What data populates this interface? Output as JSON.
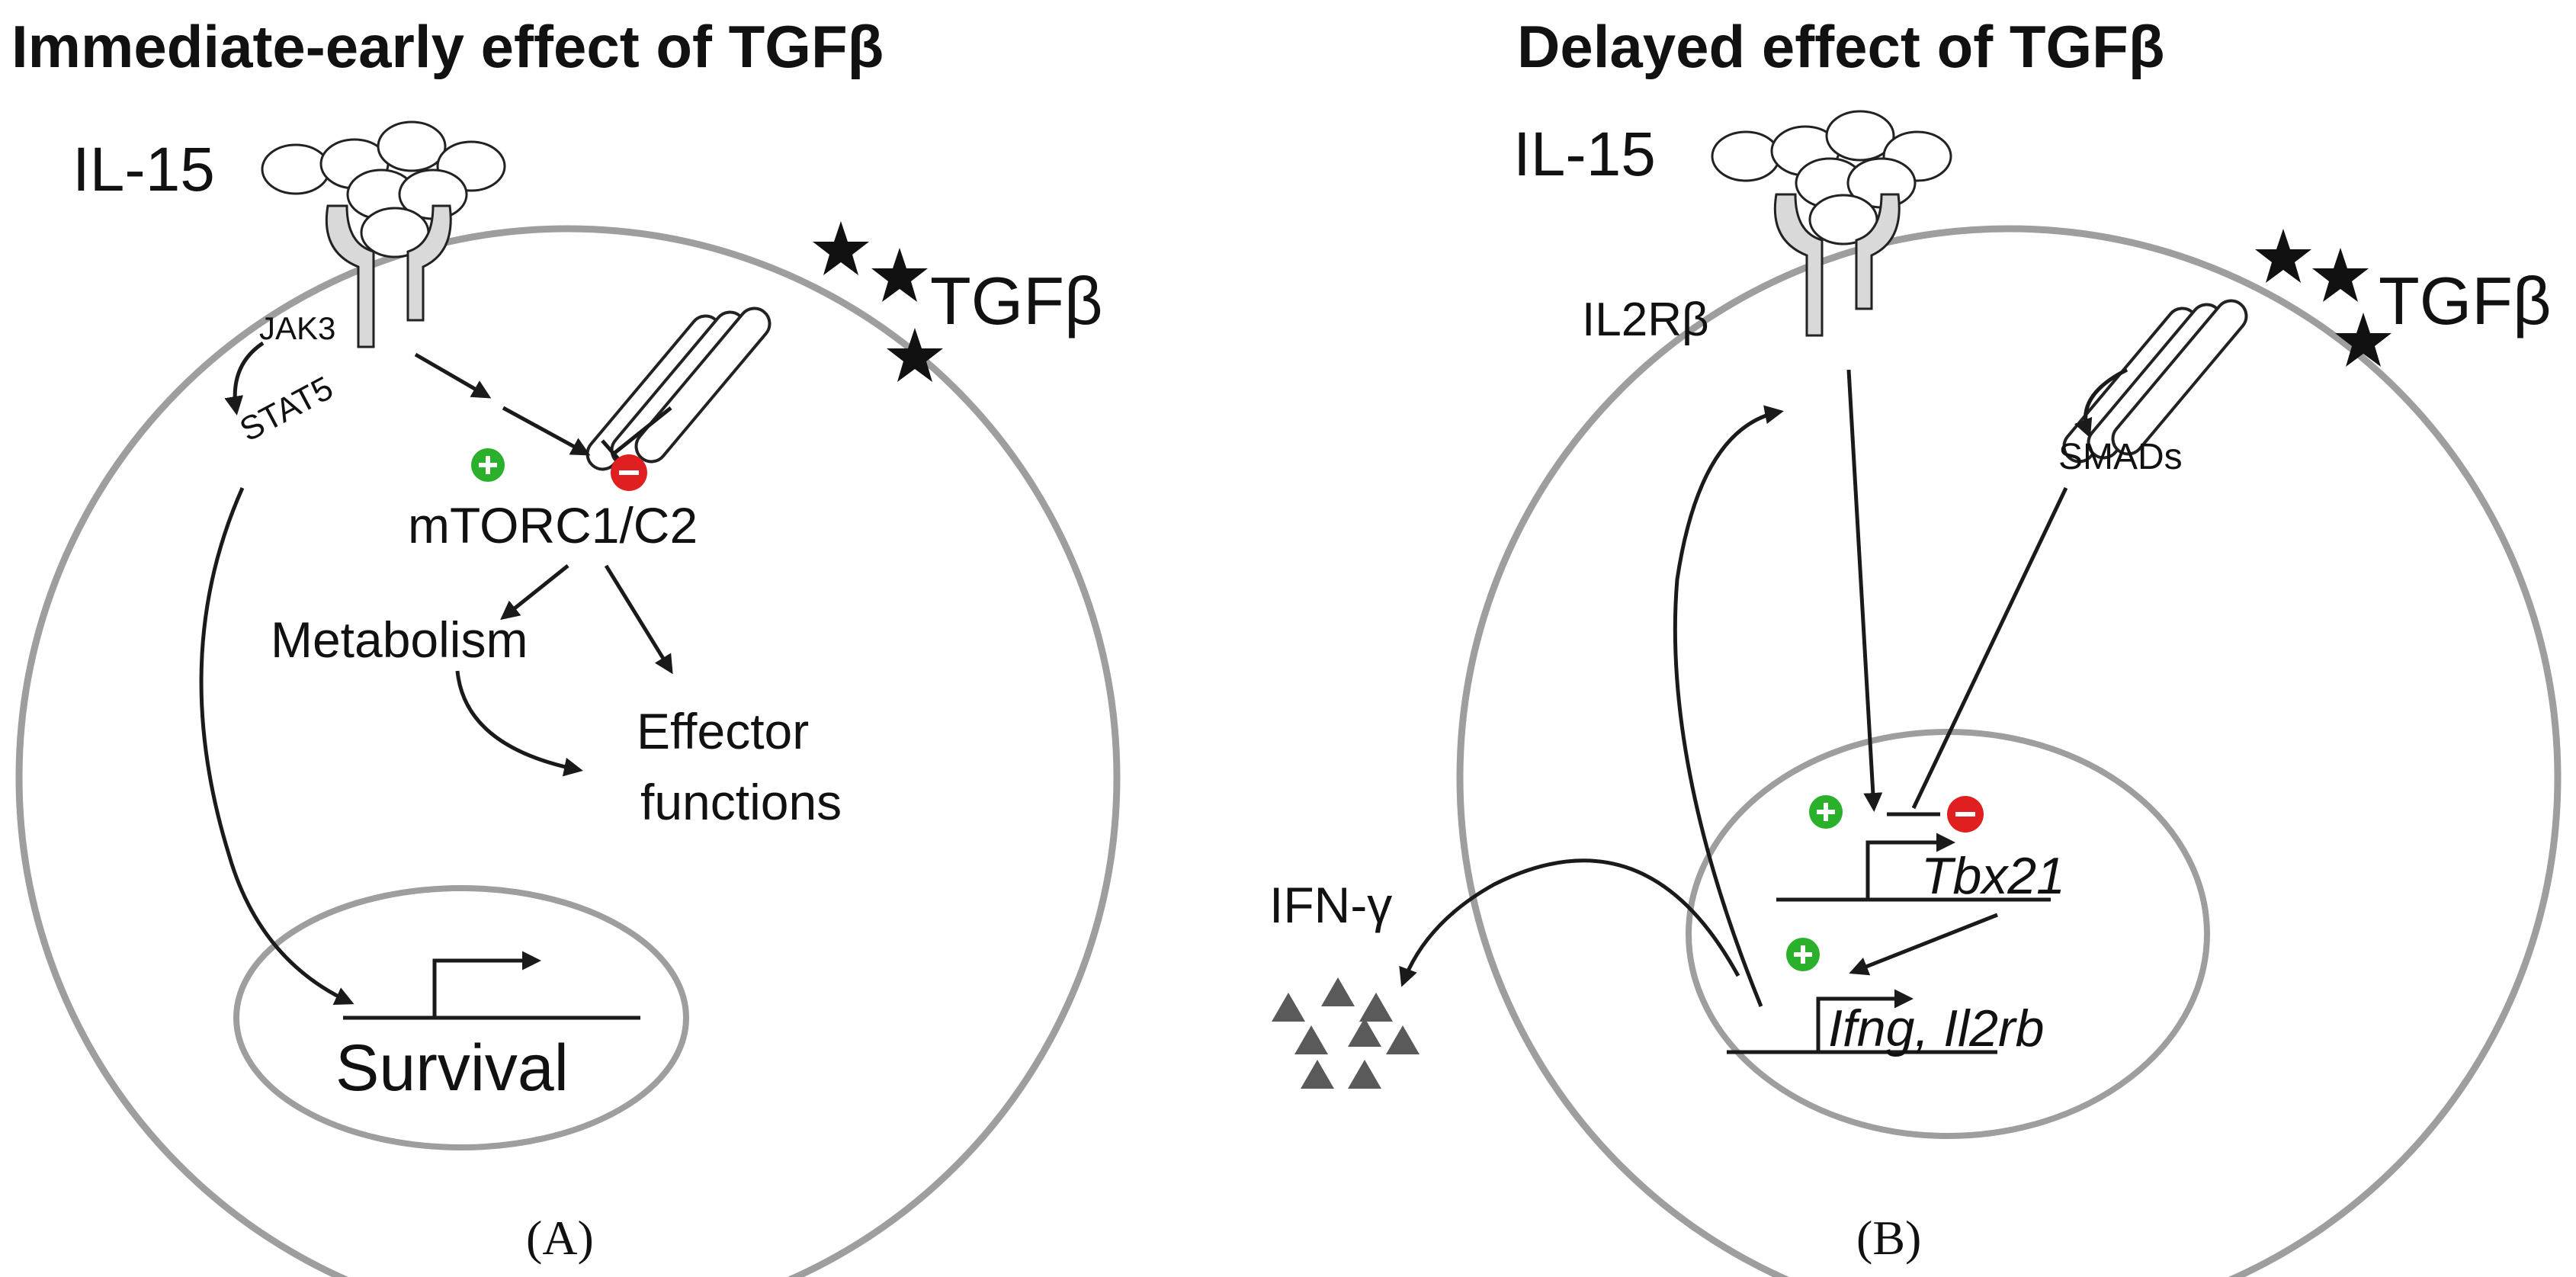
{
  "panel_a": {
    "title": "Immediate-early effect of TGFβ",
    "il15_label": "IL-15",
    "tgfb_label": "TGFβ",
    "jak3_label": "JAK3",
    "stat5_label": "STAT5",
    "mtor_label": "mTORC1/C2",
    "metabolism_label": "Metabolism",
    "effector_line1": "Effector",
    "effector_line2": "functions",
    "survival_label": "Survival",
    "panel_label": "(A)"
  },
  "panel_b": {
    "title": "Delayed effect of TGFβ",
    "il15_label": "IL-15",
    "tgfb_label": "TGFβ",
    "il2rb_label": "IL2Rβ",
    "smads_label": "SMADs",
    "tbx21_label": "Tbx21",
    "ifng_label": "Ifng, Il2rb",
    "ifn_label": "IFN-γ",
    "panel_label": "(B)"
  },
  "colors": {
    "cell_outline": "#9e9e9e",
    "plus_sign": "#2bb02b",
    "minus_sign": "#e02020",
    "ifn_triangles": "#5a5a5a"
  }
}
